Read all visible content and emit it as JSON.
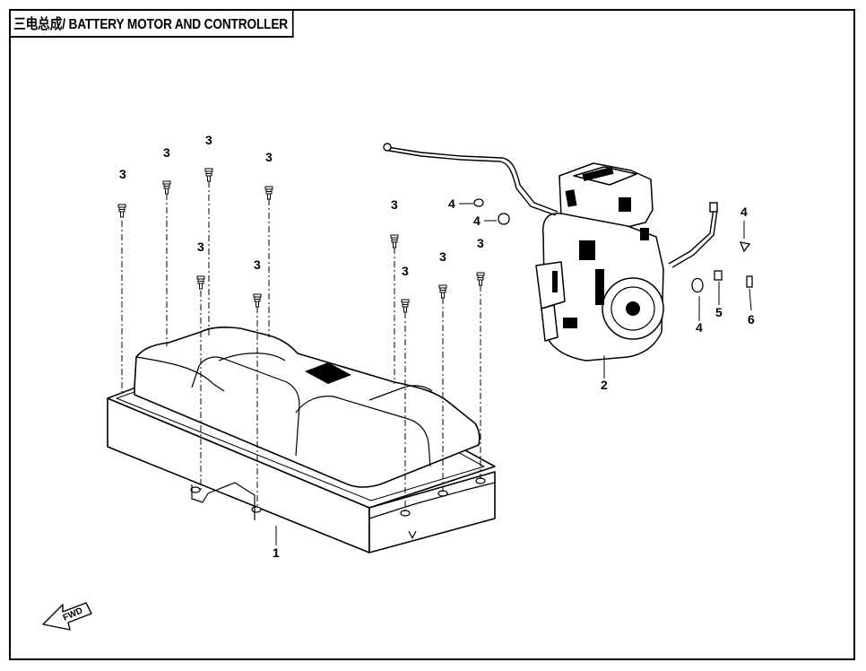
{
  "title": "三电总成/ BATTERY MOTOR AND CONTROLLER",
  "callouts": {
    "bolt": "3",
    "battery": "1",
    "motor_controller": "2",
    "clip": "4",
    "part5": "5",
    "part6": "6"
  },
  "fwd_marker": "FWD"
}
